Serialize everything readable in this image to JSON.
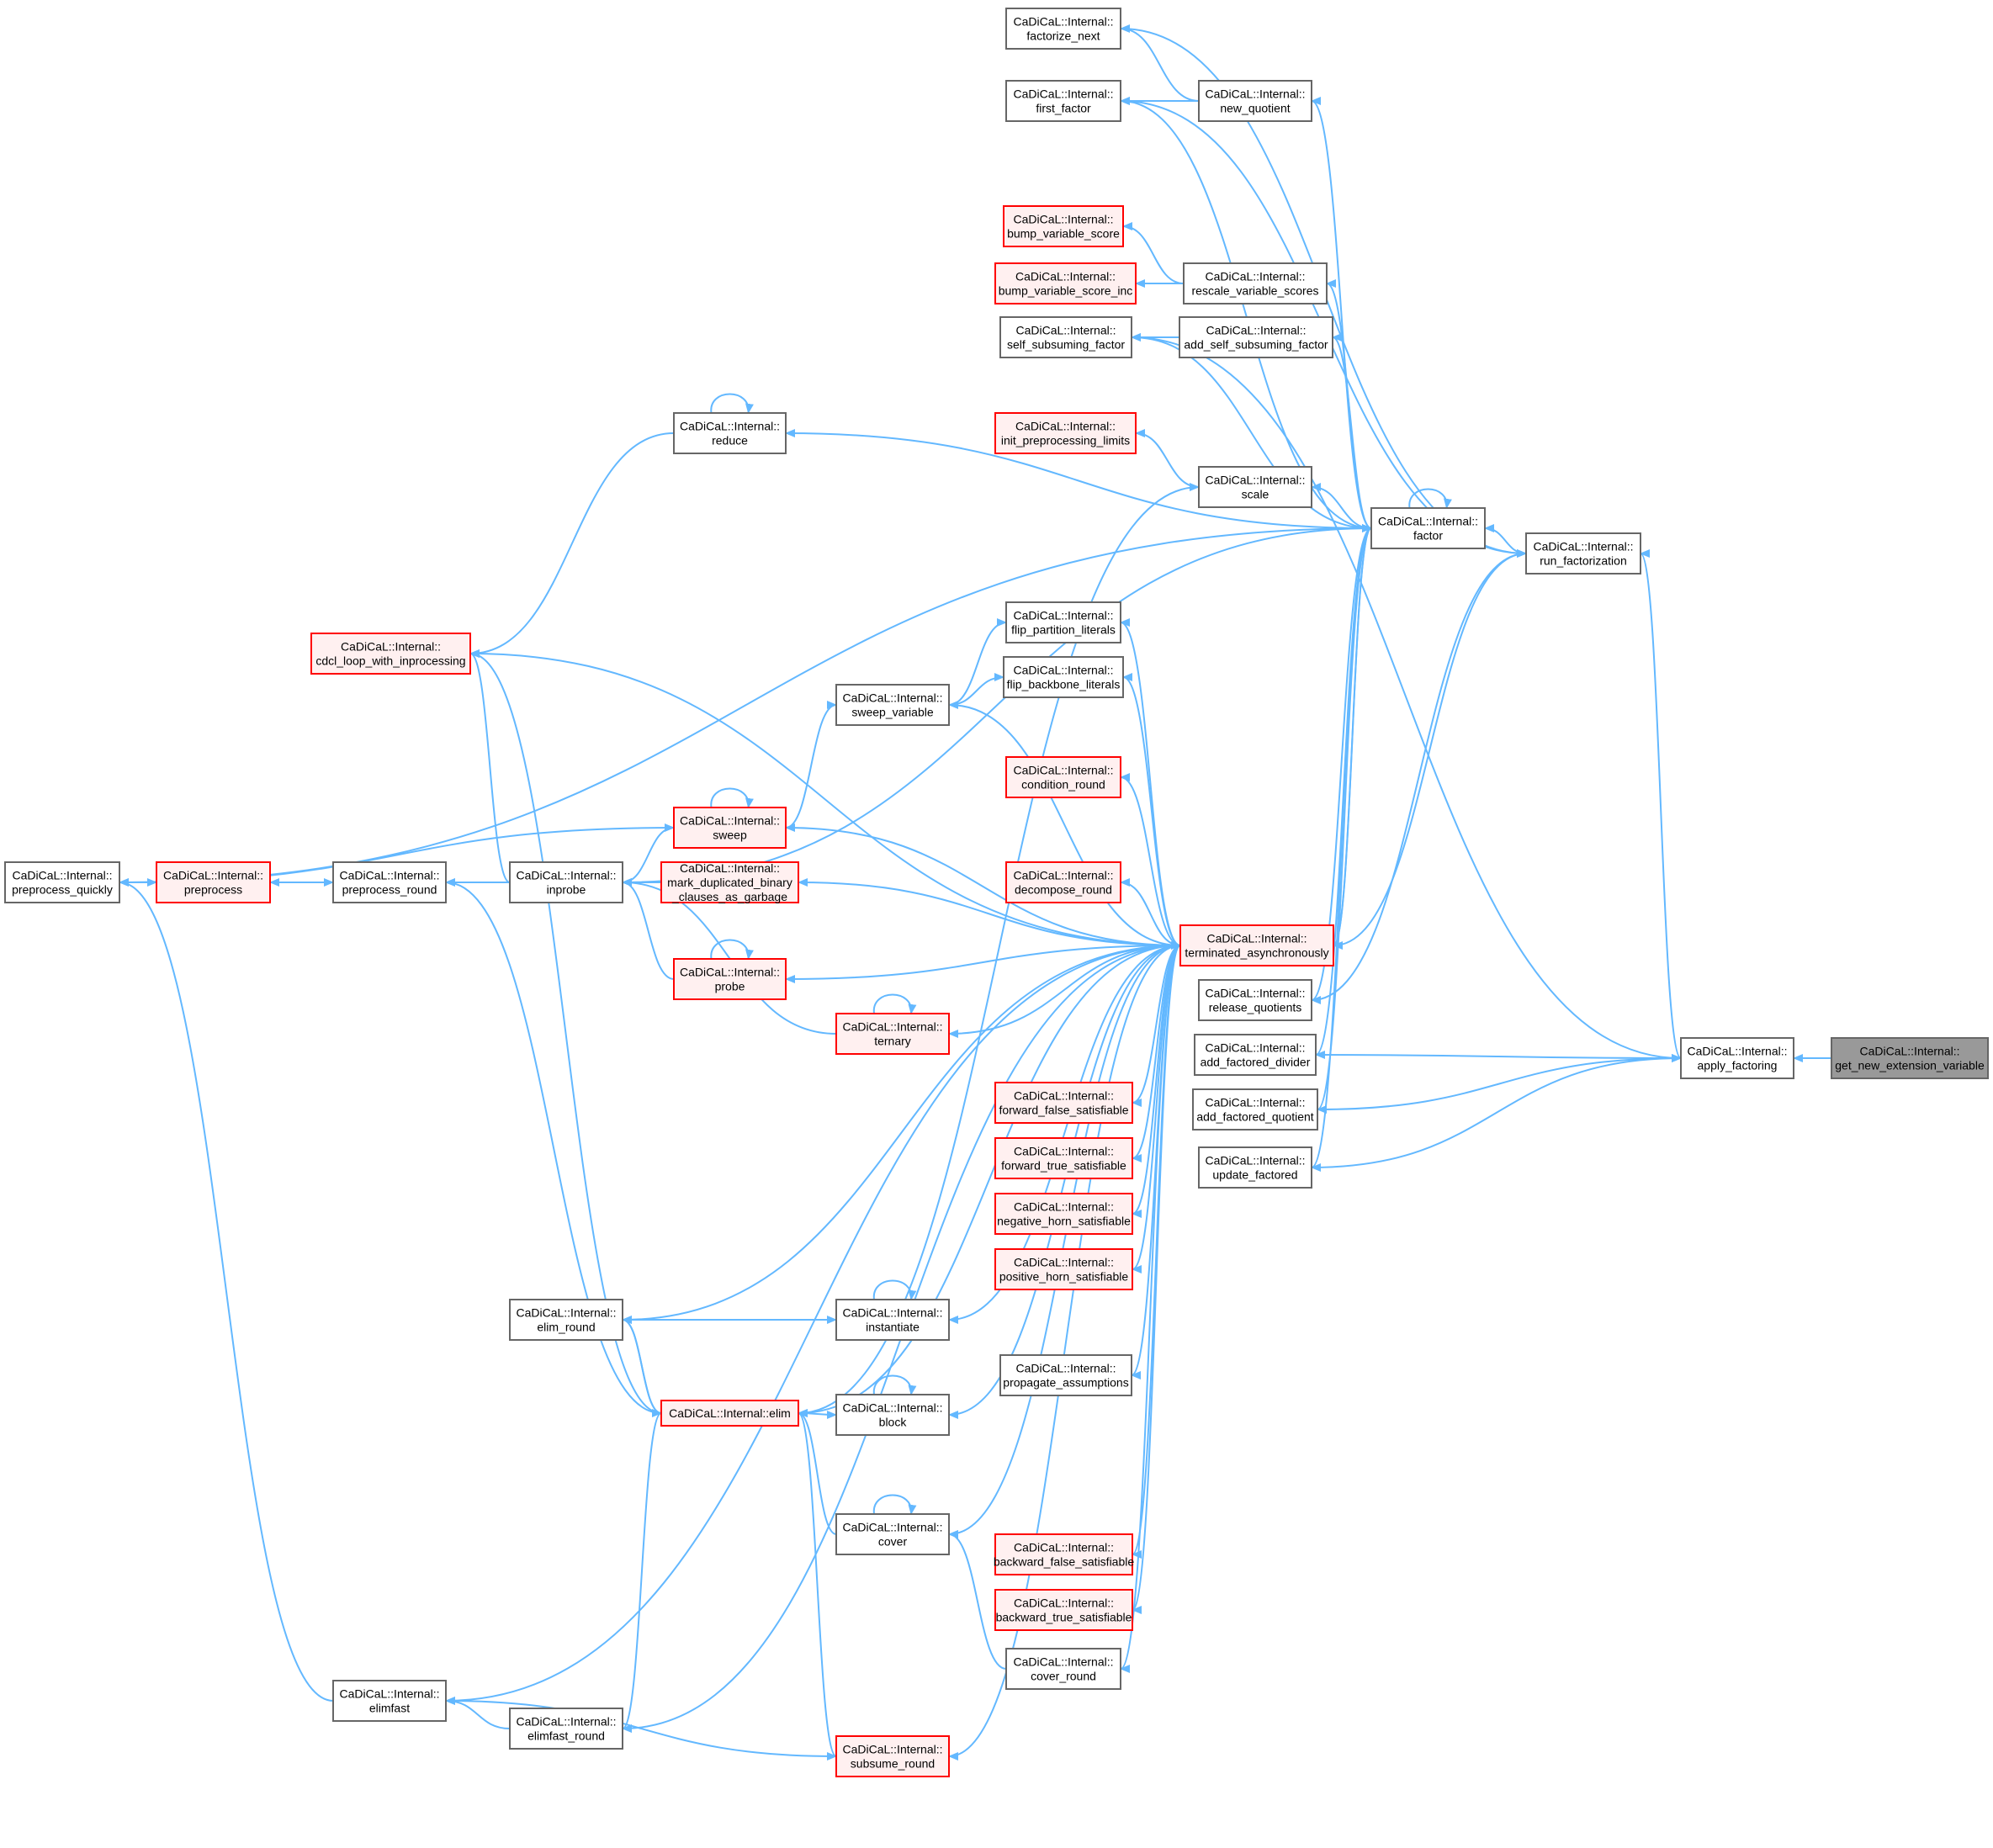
{
  "colors": {
    "edge": "#63b8ff",
    "node_fill": "#ffffff",
    "node_border": "#666666",
    "highlight_fill": "#fff0f0",
    "highlight_border": "#ff0000",
    "root_fill": "#999999",
    "root_border": "#666666"
  },
  "nodes": [
    {
      "id": "factorize_next",
      "l1": "CaDiCaL::Internal::",
      "l2": "factorize_next",
      "style": "normal"
    },
    {
      "id": "first_factor",
      "l1": "CaDiCaL::Internal::",
      "l2": "first_factor",
      "style": "normal"
    },
    {
      "id": "new_quotient",
      "l1": "CaDiCaL::Internal::",
      "l2": "new_quotient",
      "style": "normal"
    },
    {
      "id": "bump_variable_score",
      "l1": "CaDiCaL::Internal::",
      "l2": "bump_variable_score",
      "style": "red"
    },
    {
      "id": "bump_variable_score_inc",
      "l1": "CaDiCaL::Internal::",
      "l2": "bump_variable_score_inc",
      "style": "red"
    },
    {
      "id": "rescale_variable_scores",
      "l1": "CaDiCaL::Internal::",
      "l2": "rescale_variable_scores",
      "style": "normal"
    },
    {
      "id": "self_subsuming_factor",
      "l1": "CaDiCaL::Internal::",
      "l2": "self_subsuming_factor",
      "style": "normal"
    },
    {
      "id": "add_self_subsuming_factor",
      "l1": "CaDiCaL::Internal::",
      "l2": "add_self_subsuming_factor",
      "style": "normal"
    },
    {
      "id": "reduce",
      "l1": "CaDiCaL::Internal::",
      "l2": "reduce",
      "style": "normal"
    },
    {
      "id": "init_preprocessing_limits",
      "l1": "CaDiCaL::Internal::",
      "l2": "init_preprocessing_limits",
      "style": "red"
    },
    {
      "id": "scale",
      "l1": "CaDiCaL::Internal::",
      "l2": "scale",
      "style": "normal"
    },
    {
      "id": "factor",
      "l1": "CaDiCaL::Internal::",
      "l2": "factor",
      "style": "normal"
    },
    {
      "id": "run_factorization",
      "l1": "CaDiCaL::Internal::",
      "l2": "run_factorization",
      "style": "normal"
    },
    {
      "id": "cdcl_loop",
      "l1": "CaDiCaL::Internal::",
      "l2": "cdcl_loop_with_inprocessing",
      "style": "red"
    },
    {
      "id": "flip_partition",
      "l1": "CaDiCaL::Internal::",
      "l2": "flip_partition_literals",
      "style": "normal"
    },
    {
      "id": "flip_backbone",
      "l1": "CaDiCaL::Internal::",
      "l2": "flip_backbone_literals",
      "style": "normal"
    },
    {
      "id": "sweep_variable",
      "l1": "CaDiCaL::Internal::",
      "l2": "sweep_variable",
      "style": "normal"
    },
    {
      "id": "condition_round",
      "l1": "CaDiCaL::Internal::",
      "l2": "condition_round",
      "style": "red"
    },
    {
      "id": "sweep",
      "l1": "CaDiCaL::Internal::",
      "l2": "sweep",
      "style": "red"
    },
    {
      "id": "preprocess_quickly",
      "l1": "CaDiCaL::Internal::",
      "l2": "preprocess_quickly",
      "style": "normal"
    },
    {
      "id": "preprocess",
      "l1": "CaDiCaL::Internal::",
      "l2": "preprocess",
      "style": "red"
    },
    {
      "id": "preprocess_round",
      "l1": "CaDiCaL::Internal::",
      "l2": "preprocess_round",
      "style": "normal"
    },
    {
      "id": "inprobe",
      "l1": "CaDiCaL::Internal::",
      "l2": "inprobe",
      "style": "normal"
    },
    {
      "id": "mark_duplicated",
      "l1": "CaDiCaL::Internal::",
      "l2": "mark_duplicated_binary",
      "l3": "_clauses_as_garbage",
      "style": "red"
    },
    {
      "id": "decompose_round",
      "l1": "CaDiCaL::Internal::",
      "l2": "decompose_round",
      "style": "red"
    },
    {
      "id": "terminated_async",
      "l1": "CaDiCaL::Internal::",
      "l2": "terminated_asynchronously",
      "style": "red"
    },
    {
      "id": "probe",
      "l1": "CaDiCaL::Internal::",
      "l2": "probe",
      "style": "red"
    },
    {
      "id": "release_quotients",
      "l1": "CaDiCaL::Internal::",
      "l2": "release_quotients",
      "style": "normal"
    },
    {
      "id": "ternary",
      "l1": "CaDiCaL::Internal::",
      "l2": "ternary",
      "style": "red"
    },
    {
      "id": "add_factored_divider",
      "l1": "CaDiCaL::Internal::",
      "l2": "add_factored_divider",
      "style": "normal"
    },
    {
      "id": "apply_factoring",
      "l1": "CaDiCaL::Internal::",
      "l2": "apply_factoring",
      "style": "normal"
    },
    {
      "id": "get_new_extension_variable",
      "l1": "CaDiCaL::Internal::",
      "l2": "get_new_extension_variable",
      "style": "root"
    },
    {
      "id": "forward_false",
      "l1": "CaDiCaL::Internal::",
      "l2": "forward_false_satisfiable",
      "style": "red"
    },
    {
      "id": "add_factored_quotient",
      "l1": "CaDiCaL::Internal::",
      "l2": "add_factored_quotient",
      "style": "normal"
    },
    {
      "id": "forward_true",
      "l1": "CaDiCaL::Internal::",
      "l2": "forward_true_satisfiable",
      "style": "red"
    },
    {
      "id": "update_factored",
      "l1": "CaDiCaL::Internal::",
      "l2": "update_factored",
      "style": "normal"
    },
    {
      "id": "negative_horn",
      "l1": "CaDiCaL::Internal::",
      "l2": "negative_horn_satisfiable",
      "style": "red"
    },
    {
      "id": "positive_horn",
      "l1": "CaDiCaL::Internal::",
      "l2": "positive_horn_satisfiable",
      "style": "red"
    },
    {
      "id": "elim_round",
      "l1": "CaDiCaL::Internal::",
      "l2": "elim_round",
      "style": "normal"
    },
    {
      "id": "instantiate",
      "l1": "CaDiCaL::Internal::",
      "l2": "instantiate",
      "style": "normal"
    },
    {
      "id": "propagate_assumptions",
      "l1": "CaDiCaL::Internal::",
      "l2": "propagate_assumptions",
      "style": "normal"
    },
    {
      "id": "elim",
      "l1": "CaDiCaL::Internal::elim",
      "style": "red"
    },
    {
      "id": "block",
      "l1": "CaDiCaL::Internal::",
      "l2": "block",
      "style": "normal"
    },
    {
      "id": "cover",
      "l1": "CaDiCaL::Internal::",
      "l2": "cover",
      "style": "normal"
    },
    {
      "id": "backward_false",
      "l1": "CaDiCaL::Internal::",
      "l2": "backward_false_satisfiable",
      "style": "red"
    },
    {
      "id": "backward_true",
      "l1": "CaDiCaL::Internal::",
      "l2": "backward_true_satisfiable",
      "style": "red"
    },
    {
      "id": "cover_round",
      "l1": "CaDiCaL::Internal::",
      "l2": "cover_round",
      "style": "normal"
    },
    {
      "id": "elimfast",
      "l1": "CaDiCaL::Internal::",
      "l2": "elimfast",
      "style": "normal"
    },
    {
      "id": "elimfast_round",
      "l1": "CaDiCaL::Internal::",
      "l2": "elimfast_round",
      "style": "normal"
    },
    {
      "id": "subsume_round",
      "l1": "CaDiCaL::Internal::",
      "l2": "subsume_round",
      "style": "red"
    }
  ],
  "edges": [
    {
      "from": "apply_factoring",
      "to": "get_new_extension_variable"
    },
    {
      "from": "run_factorization",
      "to": "apply_factoring"
    },
    {
      "from": "factor",
      "to": "run_factorization"
    },
    {
      "from": "apply_factoring",
      "to": "add_factored_divider"
    },
    {
      "from": "apply_factoring",
      "to": "add_factored_quotient"
    },
    {
      "from": "apply_factoring",
      "to": "update_factored"
    },
    {
      "from": "apply_factoring",
      "to": "self_subsuming_factor"
    },
    {
      "from": "run_factorization",
      "to": "factorize_next"
    },
    {
      "from": "run_factorization",
      "to": "first_factor"
    },
    {
      "from": "run_factorization",
      "to": "release_quotients"
    },
    {
      "from": "run_factorization",
      "to": "terminated_async"
    },
    {
      "from": "factorize_next",
      "to": "new_quotient"
    },
    {
      "from": "first_factor",
      "to": "new_quotient"
    },
    {
      "from": "bump_variable_score",
      "to": "rescale_variable_scores"
    },
    {
      "from": "bump_variable_score_inc",
      "to": "rescale_variable_scores"
    },
    {
      "from": "self_subsuming_factor",
      "to": "add_self_subsuming_factor"
    },
    {
      "from": "init_preprocessing_limits",
      "to": "scale"
    },
    {
      "from": "factor",
      "to": "factor"
    },
    {
      "from": "factor",
      "to": "inprobe"
    },
    {
      "from": "factor",
      "to": "preprocess_quickly"
    },
    {
      "from": "factor",
      "to": "terminated_async"
    },
    {
      "from": "new_quotient",
      "to": "factor"
    },
    {
      "from": "first_factor",
      "to": "factor"
    },
    {
      "from": "rescale_variable_scores",
      "to": "factor"
    },
    {
      "from": "self_subsuming_factor",
      "to": "factor"
    },
    {
      "from": "add_self_subsuming_factor",
      "to": "factor"
    },
    {
      "from": "reduce",
      "to": "factor"
    },
    {
      "from": "scale",
      "to": "factor"
    },
    {
      "from": "release_quotients",
      "to": "factor"
    },
    {
      "from": "add_factored_divider",
      "to": "factor"
    },
    {
      "from": "add_factored_quotient",
      "to": "factor"
    },
    {
      "from": "update_factored",
      "to": "factor"
    },
    {
      "from": "terminated_async",
      "to": "factor"
    },
    {
      "from": "cdcl_loop",
      "to": "reduce"
    },
    {
      "from": "cdcl_loop",
      "to": "inprobe"
    },
    {
      "from": "reduce",
      "to": "reduce"
    },
    {
      "from": "scale",
      "to": "elim"
    },
    {
      "from": "terminated_async",
      "to": "cdcl_loop"
    },
    {
      "from": "flip_partition",
      "to": "sweep_variable"
    },
    {
      "from": "flip_backbone",
      "to": "sweep_variable"
    },
    {
      "from": "sweep_variable",
      "to": "sweep"
    },
    {
      "from": "sweep",
      "to": "sweep"
    },
    {
      "from": "sweep",
      "to": "preprocess_quickly"
    },
    {
      "from": "inprobe",
      "to": "sweep"
    },
    {
      "from": "inprobe",
      "to": "mark_duplicated"
    },
    {
      "from": "inprobe",
      "to": "probe"
    },
    {
      "from": "inprobe",
      "to": "ternary"
    },
    {
      "from": "preprocess_round",
      "to": "inprobe"
    },
    {
      "from": "preprocess",
      "to": "preprocess_round"
    },
    {
      "from": "preprocess_round",
      "to": "preprocess"
    },
    {
      "from": "preprocess",
      "to": "preprocess_quickly"
    },
    {
      "from": "preprocess_quickly",
      "to": "preprocess"
    },
    {
      "from": "probe",
      "to": "probe"
    },
    {
      "from": "ternary",
      "to": "ternary"
    },
    {
      "from": "flip_partition",
      "to": "terminated_async"
    },
    {
      "from": "flip_backbone",
      "to": "terminated_async"
    },
    {
      "from": "sweep_variable",
      "to": "terminated_async"
    },
    {
      "from": "condition_round",
      "to": "terminated_async"
    },
    {
      "from": "sweep",
      "to": "terminated_async"
    },
    {
      "from": "mark_duplicated",
      "to": "terminated_async"
    },
    {
      "from": "decompose_round",
      "to": "terminated_async"
    },
    {
      "from": "probe",
      "to": "terminated_async"
    },
    {
      "from": "ternary",
      "to": "terminated_async"
    },
    {
      "from": "elim_round",
      "to": "terminated_async"
    },
    {
      "from": "forward_false",
      "to": "terminated_async"
    },
    {
      "from": "forward_true",
      "to": "terminated_async"
    },
    {
      "from": "negative_horn",
      "to": "terminated_async"
    },
    {
      "from": "positive_horn",
      "to": "terminated_async"
    },
    {
      "from": "instantiate",
      "to": "terminated_async"
    },
    {
      "from": "propagate_assumptions",
      "to": "terminated_async"
    },
    {
      "from": "block",
      "to": "terminated_async"
    },
    {
      "from": "elim",
      "to": "terminated_async"
    },
    {
      "from": "cover",
      "to": "terminated_async"
    },
    {
      "from": "backward_false",
      "to": "terminated_async"
    },
    {
      "from": "backward_true",
      "to": "terminated_async"
    },
    {
      "from": "cover_round",
      "to": "terminated_async"
    },
    {
      "from": "elimfast",
      "to": "terminated_async"
    },
    {
      "from": "subsume_round",
      "to": "terminated_async"
    },
    {
      "from": "elimfast_round",
      "to": "terminated_async"
    },
    {
      "from": "instantiate",
      "to": "elim_round"
    },
    {
      "from": "instantiate",
      "to": "instantiate"
    },
    {
      "from": "elim",
      "to": "elim_round"
    },
    {
      "from": "elim_round",
      "to": "elim"
    },
    {
      "from": "cdcl_loop",
      "to": "elim"
    },
    {
      "from": "preprocess_round",
      "to": "elim"
    },
    {
      "from": "block",
      "to": "block"
    },
    {
      "from": "block",
      "to": "elim"
    },
    {
      "from": "elim",
      "to": "cover"
    },
    {
      "from": "cover",
      "to": "cover"
    },
    {
      "from": "cover",
      "to": "cover_round"
    },
    {
      "from": "elim",
      "to": "subsume_round"
    },
    {
      "from": "elimfast_round",
      "to": "elim"
    },
    {
      "from": "elimfast",
      "to": "elimfast_round"
    },
    {
      "from": "subsume_round",
      "to": "elimfast"
    },
    {
      "from": "preprocess_quickly",
      "to": "elimfast"
    }
  ]
}
